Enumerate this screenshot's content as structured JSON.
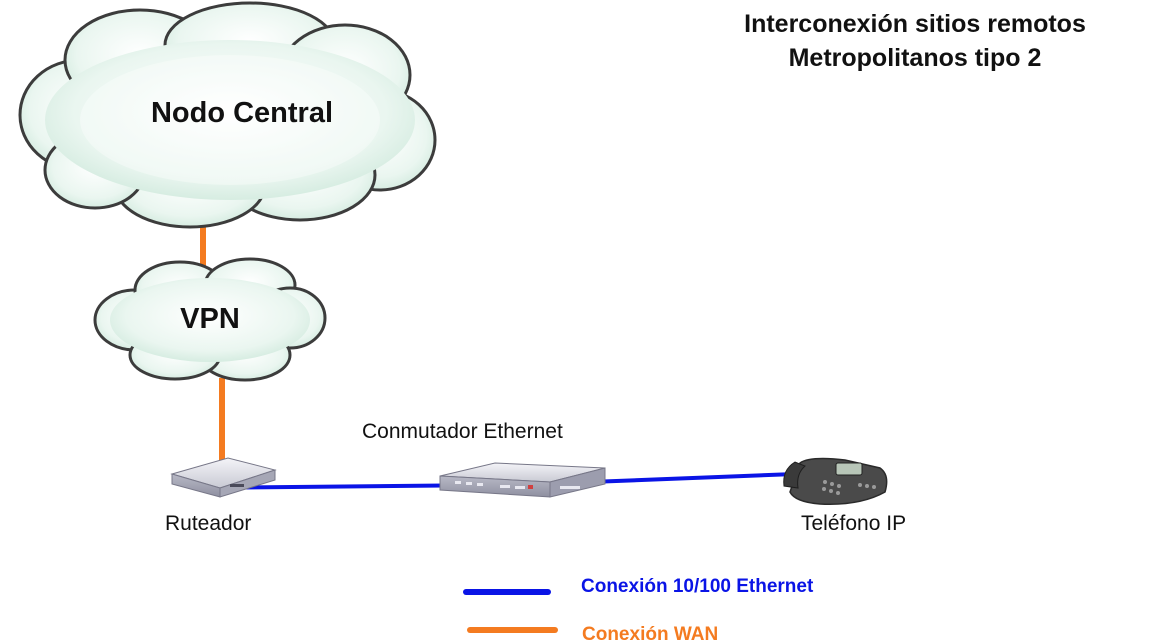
{
  "title": {
    "line1": "Interconexión sitios remotos",
    "line2": "Metropolitanos tipo 2"
  },
  "clouds": {
    "central": "Nodo Central",
    "vpn": "VPN"
  },
  "devices": {
    "switch": "Conmutador Ethernet",
    "router": "Ruteador",
    "phone": "Teléfono IP"
  },
  "legend": {
    "ethernet": "Conexión 10/100 Ethernet",
    "wan": "Conexión WAN"
  },
  "colors": {
    "ethernet": "#0a14e6",
    "wan": "#f47b20",
    "cloud_fill": "#e6f5ee",
    "cloud_stroke": "#444444"
  }
}
